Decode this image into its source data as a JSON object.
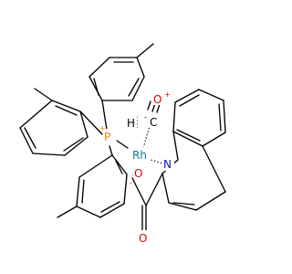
{
  "atoms": {
    "p": "P",
    "p_charge": "+",
    "h": "H",
    "rh": "Rh",
    "n": "N",
    "o_carbonyl": "O",
    "o_carbonyl_charge": "+",
    "c_carbonyl": "C",
    "c_carbonyl_charge": "-",
    "o_acyl": "O",
    "o_acyl_charge": "-",
    "o_ketone": "O"
  },
  "colors": {
    "bond": "#000000",
    "phosphorus": "#FF8000",
    "rhodium": "#0A7D8C",
    "nitrogen": "#1010CC",
    "oxygen": "#E00000",
    "hydrogen": "#000000",
    "carbon": "#000000"
  }
}
